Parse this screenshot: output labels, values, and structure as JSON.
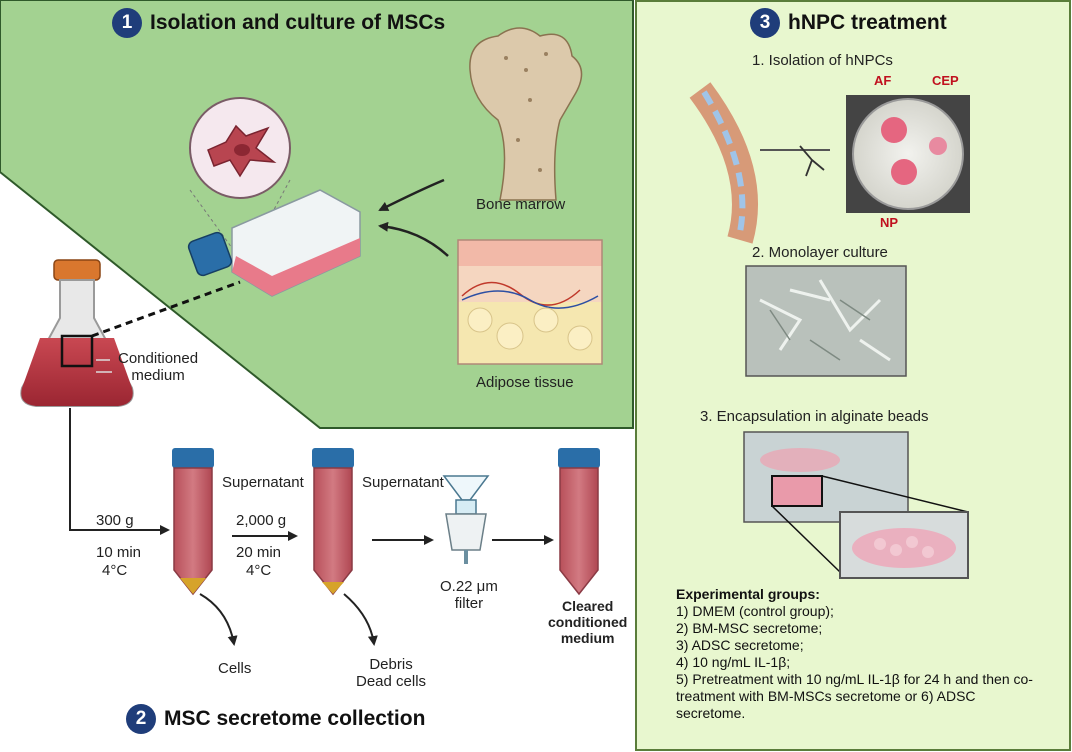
{
  "panel1": {
    "number": "1",
    "title": "Isolation and culture of MSCs",
    "bone_marrow": "Bone marrow",
    "adipose": "Adipose tissue",
    "conditioned": "Conditioned\nmedium"
  },
  "panel2": {
    "number": "2",
    "title": "MSC secretome collection",
    "spin1": {
      "speed": "300 g",
      "time": "10 min",
      "temp": "4°C"
    },
    "spin2": {
      "speed": "2,000 g",
      "time": "20 min",
      "temp": "4°C"
    },
    "supernatant1": "Supernatant",
    "supernatant2": "Supernatant",
    "cells": "Cells",
    "debris": "Debris\nDead cells",
    "filter": "O.22 μm\nfilter",
    "cleared": "Cleared\nconditioned\nmedium"
  },
  "panel3": {
    "number": "3",
    "title": "hNPC treatment",
    "step1": "1.  Isolation of hNPCs",
    "af": "AF",
    "cep": "CEP",
    "np": "NP",
    "step2": "2. Monolayer culture",
    "step3": "3. Encapsulation in alginate beads",
    "groups_title": "Experimental groups:",
    "groups": [
      "1) DMEM (control group);",
      "2) BM-MSC secretome;",
      "3) ADSC secretome;",
      "4) 10 ng/mL IL-1β;",
      "5) Pretreatment with 10 ng/mL IL-1β for 24 h and then co-treatment with BM-MSCs secretome or 6) ADSC secretome."
    ]
  },
  "colors": {
    "green_panel": "#a3d291",
    "light_green_panel": "#e8f7cf",
    "badge": "#1f3d7a",
    "medium_red": "#b8333e",
    "tube_cap": "#2a6ea8"
  }
}
